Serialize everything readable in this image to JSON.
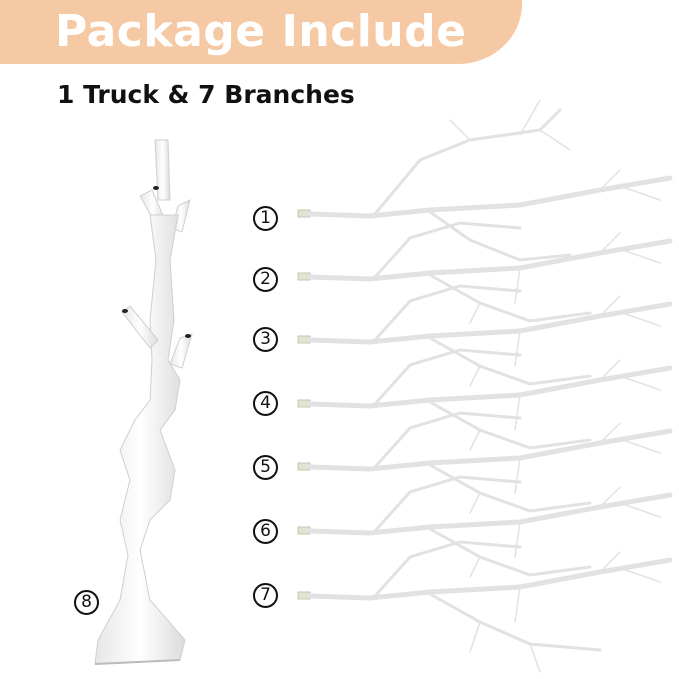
{
  "header": {
    "title": "Package Include",
    "subtitle": "1 Truck & 7 Branches",
    "banner_color": "#F5C9A4"
  },
  "trunk": {
    "label": "⑧",
    "number": 8
  },
  "branches": [
    {
      "label": "①",
      "number": 1
    },
    {
      "label": "②",
      "number": 2
    },
    {
      "label": "③",
      "number": 3
    },
    {
      "label": "④",
      "number": 4
    },
    {
      "label": "⑤",
      "number": 5
    },
    {
      "label": "⑥",
      "number": 6
    },
    {
      "label": "⑦",
      "number": 7
    }
  ]
}
